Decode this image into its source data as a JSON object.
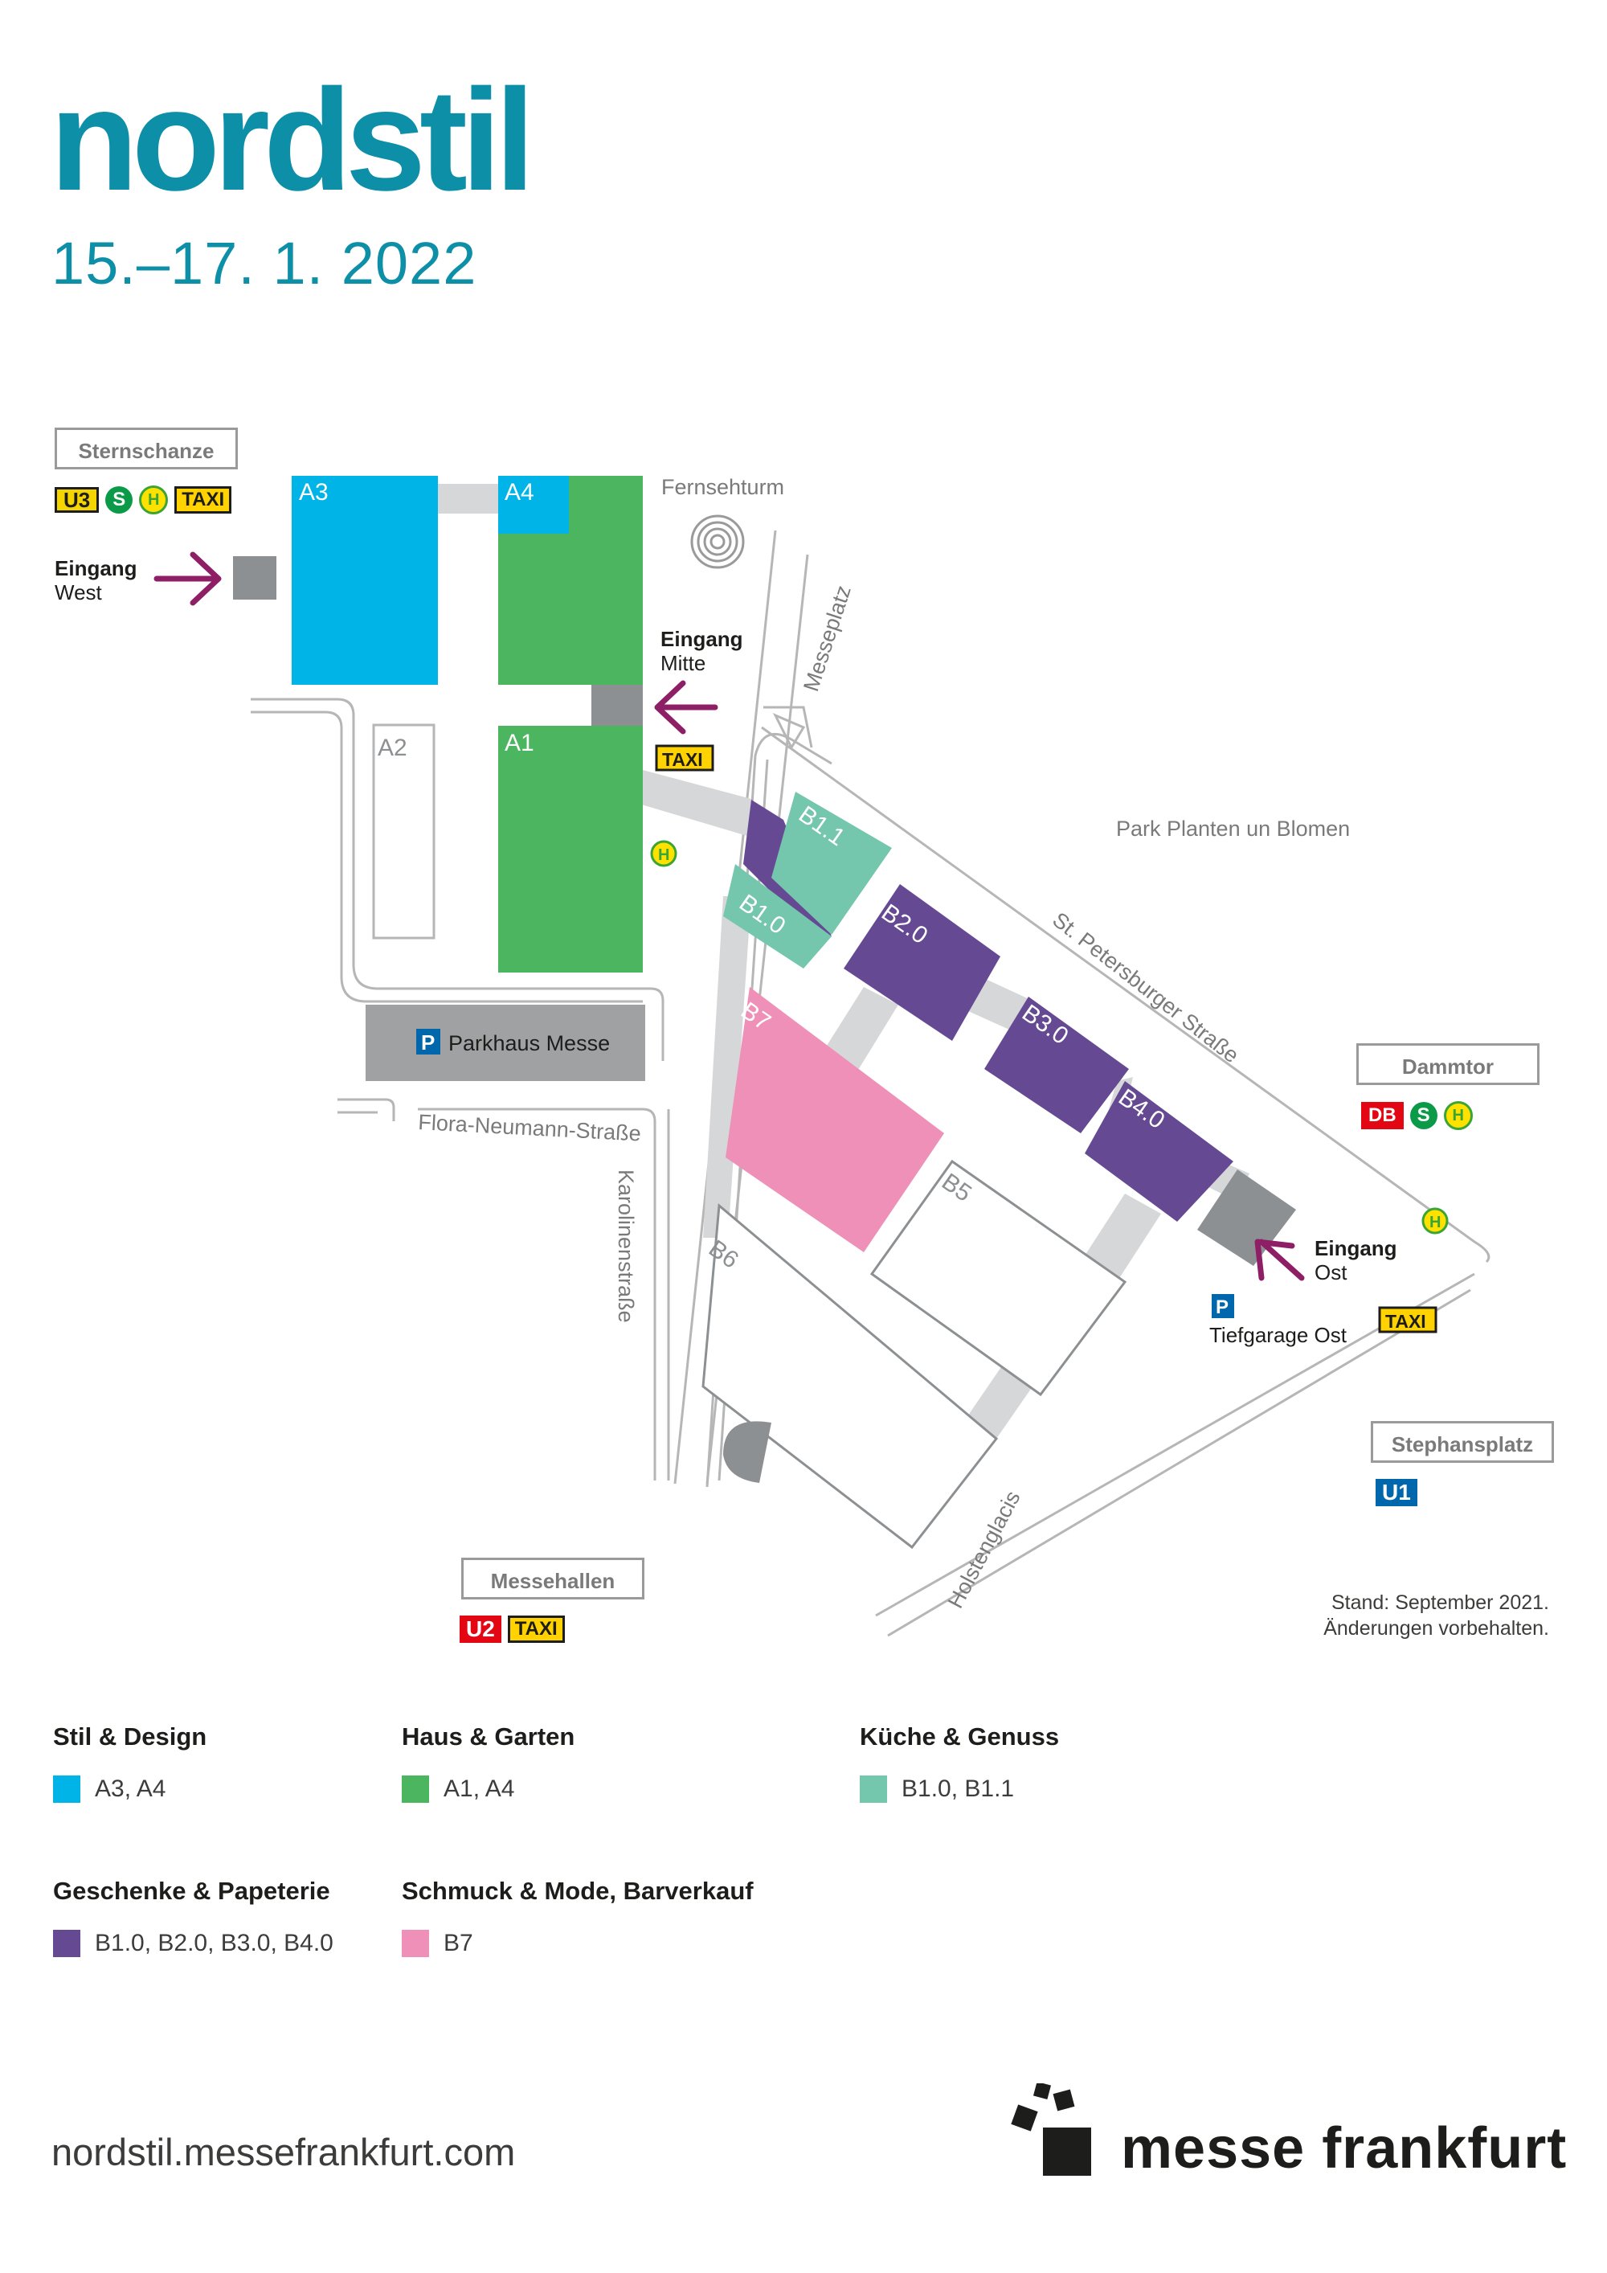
{
  "header": {
    "brand": "nordstil",
    "dates": "15.–17. 1. 2022"
  },
  "colors": {
    "brand": "#0e8fa8",
    "stil_design": "#00b4e8",
    "haus_garten": "#4cb560",
    "kueche_genuss": "#74c6ad",
    "geschenke_papeterie": "#654a93",
    "schmuck_mode": "#ee90b7",
    "building_grey": "#8d9092",
    "path_grey": "#d6d7d8"
  },
  "halls": {
    "A1": "A1",
    "A2": "A2",
    "A3": "A3",
    "A4": "A4",
    "B1_0": "B1.0",
    "B1_1": "B1.1",
    "B2_0": "B2.0",
    "B3_0": "B3.0",
    "B4_0": "B4.0",
    "B5": "B5",
    "B6": "B6",
    "B7": "B7"
  },
  "places": {
    "fernsehturm": "Fernsehturm",
    "messeplatz": "Messeplatz",
    "park": "Park Planten un Blomen",
    "st_petersburger": "St. Petersburger Straße",
    "flora_neumann": "Flora-Neumann-Straße",
    "karolinen": "Karolinenstraße",
    "holstenglacis": "Holstenglacis",
    "parkhaus": "Parkhaus Messe",
    "tiefgarage": "Tiefgarage Ost"
  },
  "stations": {
    "sternschanze": "Sternschanze",
    "dammtor": "Dammtor",
    "stephansplatz": "Stephansplatz",
    "messehallen": "Messehallen"
  },
  "badges": {
    "u3": "U3",
    "u2": "U2",
    "u1": "U1",
    "s": "S",
    "h": "H",
    "taxi": "TAXI",
    "db": "DB",
    "p": "P"
  },
  "entrances": {
    "west": {
      "title": "Eingang",
      "sub": "West"
    },
    "mitte": {
      "title": "Eingang",
      "sub": "Mitte"
    },
    "ost": {
      "title": "Eingang",
      "sub": "Ost"
    }
  },
  "note": {
    "line1": "Stand: September 2021.",
    "line2": "Änderungen vorbehalten."
  },
  "legend": [
    {
      "title": "Stil & Design",
      "halls": "A3, A4"
    },
    {
      "title": "Haus & Garten",
      "halls": "A1, A4"
    },
    {
      "title": "Küche & Genuss",
      "halls": "B1.0, B1.1"
    },
    {
      "title": "Geschenke & Papeterie",
      "halls": "B1.0, B2.0, B3.0, B4.0"
    },
    {
      "title": "Schmuck & Mode, Barverkauf",
      "halls": "B7"
    }
  ],
  "footer": {
    "url": "nordstil.messefrankfurt.com",
    "company": "messe frankfurt"
  }
}
